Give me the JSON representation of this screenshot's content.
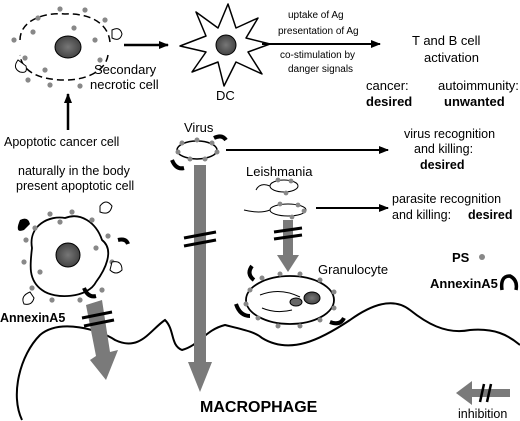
{
  "labels": {
    "secondary_necrotic_cell_1": "Secondary",
    "secondary_necrotic_cell_2": "necrotic cell",
    "dc": "DC",
    "ag_line1": "uptake of Ag",
    "ag_line2": "presentation of Ag",
    "ag_line3": "co-stimulation by",
    "ag_line4": "danger signals",
    "tb_line1": "T and B cell",
    "tb_line2": "activation",
    "cancer": "cancer:",
    "cancer_value": "desired",
    "autoimmunity": "autoimmunity:",
    "autoimmunity_value": "unwanted",
    "apoptotic_cancer_cell": "Apoptotic cancer cell",
    "natural_line1": "naturally in the body",
    "natural_line2": "present apoptotic cell",
    "virus": "Virus",
    "virus_line1": "virus recognition",
    "virus_line2": "and killing:",
    "virus_value": "desired",
    "leishmania": "Leishmania",
    "parasite_line1": "parasite recognition",
    "parasite_line2": "and killing:",
    "parasite_value": "desired",
    "granulocyte": "Granulocyte",
    "ps": "PS",
    "annexin_legend": "AnnexinA5",
    "annexin_left": "AnnexinA5",
    "macrophage": "MACROPHAGE",
    "inhibition": "inhibition"
  },
  "colors": {
    "ps_dot": "#888888",
    "thick_arrow": "#7a7a7a",
    "line": "#000000"
  }
}
